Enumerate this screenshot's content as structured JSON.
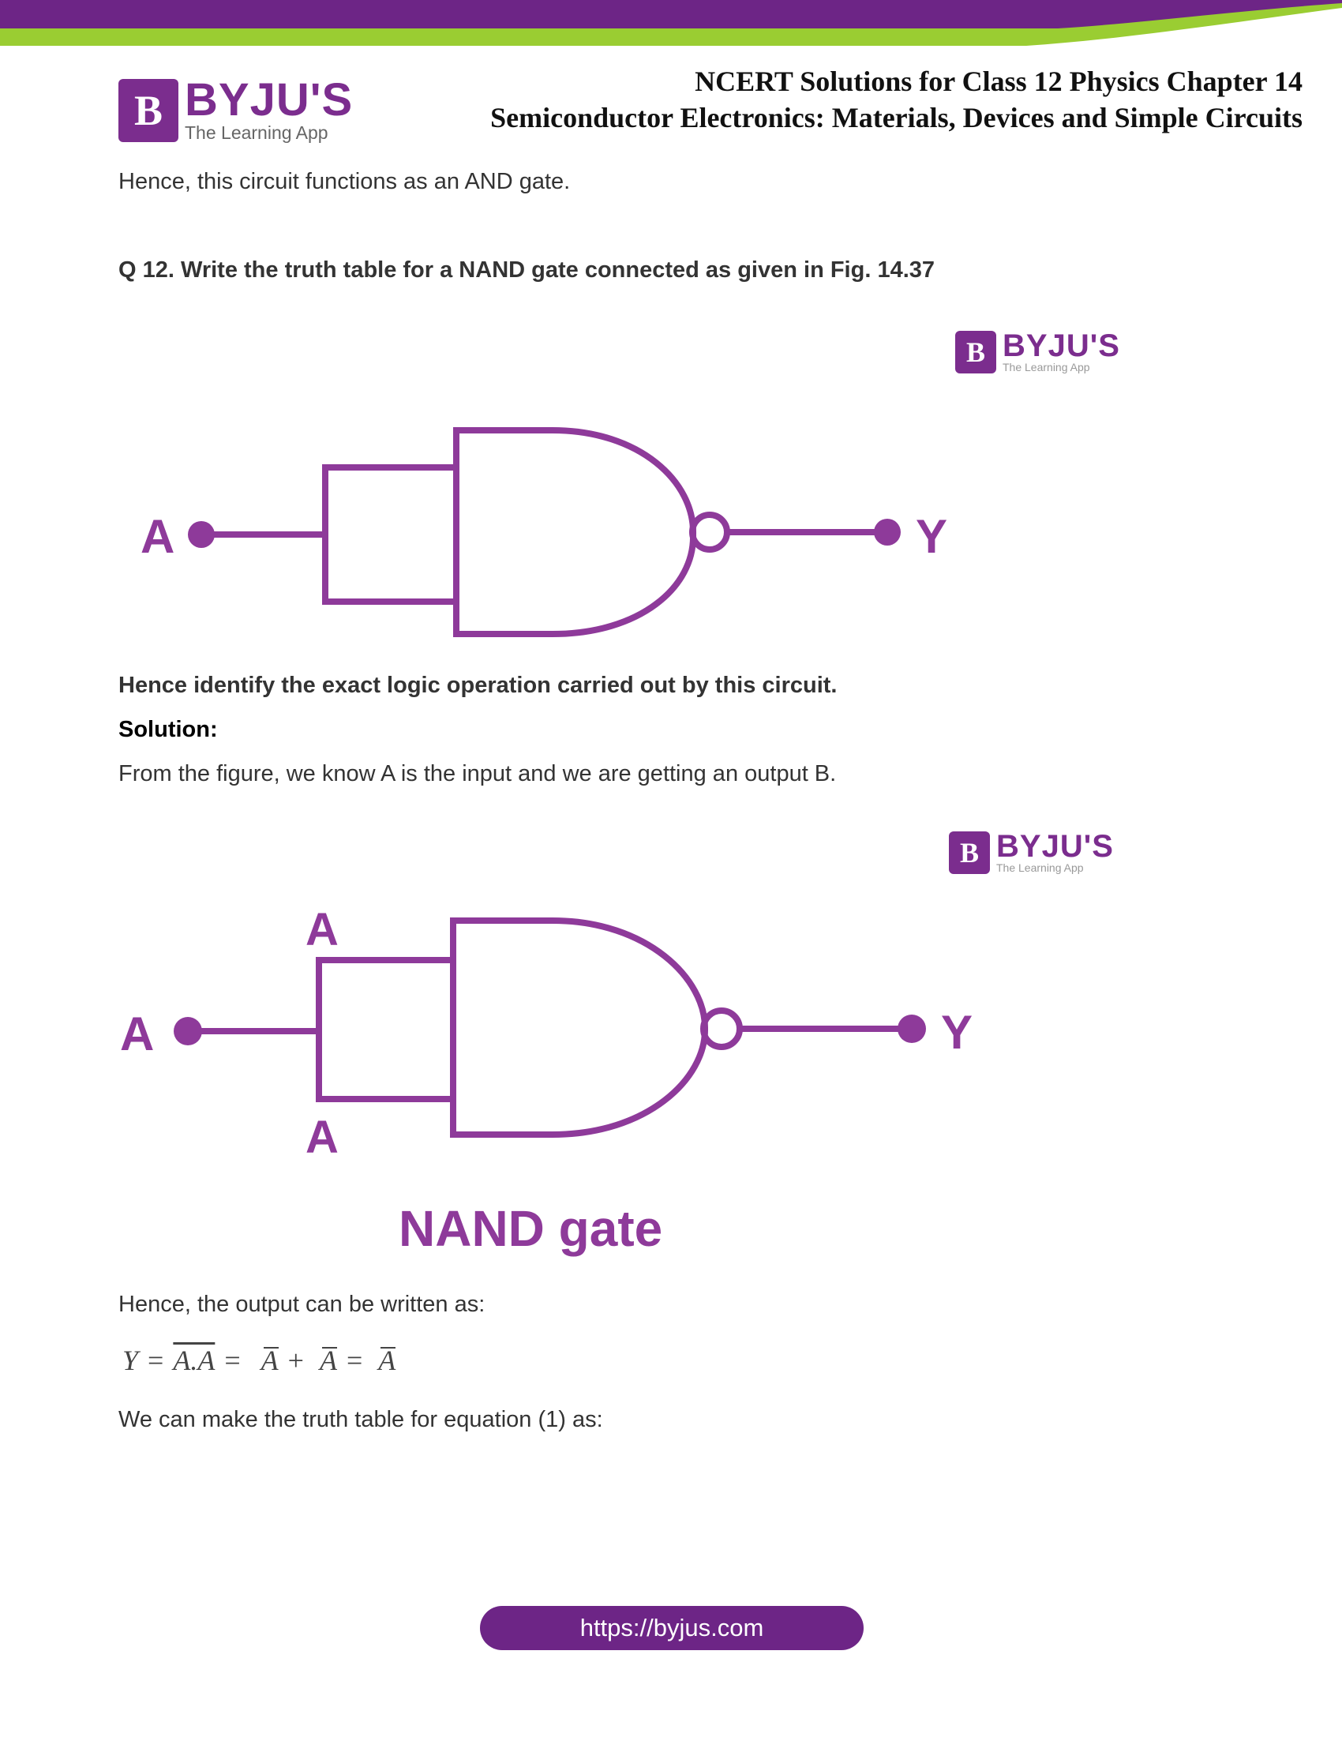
{
  "header": {
    "title_line1": "NCERT Solutions for Class 12 Physics Chapter 14",
    "title_line2": "Semiconductor Electronics: Materials, Devices and Simple Circuits"
  },
  "logo": {
    "letter": "B",
    "brand": "BYJU'S",
    "tagline": "The Learning App"
  },
  "content": {
    "intro": "Hence, this circuit functions as an AND gate.",
    "question": "Q 12. Write the truth table for a NAND gate connected as given in Fig. 14.37",
    "identify": "Hence identify the exact logic operation carried out by this circuit.",
    "solution_label": "Solution:",
    "solution_text": "From the figure, we know A is the input and we are getting an output B.",
    "output_text": "Hence, the output can be written as:",
    "truth_text": "We can make the truth table for equation (1) as:"
  },
  "figure1": {
    "input_label": "A",
    "output_label": "Y"
  },
  "figure2": {
    "input_label": "A",
    "output_label": "Y",
    "top_label": "A",
    "bottom_label": "A",
    "caption": "NAND gate"
  },
  "equation": {
    "lhs": "Y",
    "eq": "=",
    "term1": "A.A",
    "plus": "+",
    "a1": "A",
    "a2": "A",
    "a3": "A"
  },
  "footer": {
    "url": "https://byjus.com"
  },
  "colors": {
    "purple": "#7b2d8e",
    "green": "#9acd32",
    "gate": "#8e3a9a"
  }
}
